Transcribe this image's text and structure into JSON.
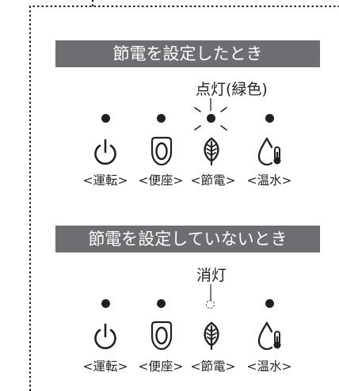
{
  "sections": [
    {
      "title": "節電を設定したとき",
      "callout": "点灯(緑色)",
      "state": "lit"
    },
    {
      "title": "節電を設定していないとき",
      "callout": "消灯",
      "state": "off"
    }
  ],
  "buttons": [
    {
      "label": "<運転>",
      "icon": "power-icon"
    },
    {
      "label": "<便座>",
      "icon": "toilet-seat-icon"
    },
    {
      "label": "<節電>",
      "icon": "leaf-icon"
    },
    {
      "label": "<温水>",
      "icon": "water-temperature-icon"
    }
  ],
  "colors": {
    "banner": "#6d6e71",
    "ink": "#231f20",
    "border": "#231f20"
  }
}
